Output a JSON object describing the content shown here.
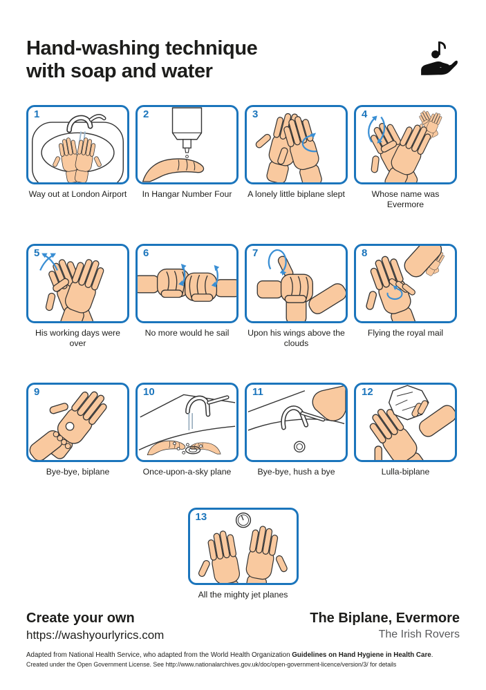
{
  "poster": {
    "title_line1": "Hand-washing technique",
    "title_line2": "with soap and water",
    "header_icon": "music-note-hand-icon"
  },
  "colors": {
    "frame_blue": "#1B75BC",
    "arrow_blue": "#3A8FD4",
    "skin": "#F9C99F",
    "outline": "#333333",
    "text": "#1d1d1b",
    "artist_gray": "#58595b"
  },
  "steps": [
    {
      "number": "1",
      "caption": "Way out at London Airport",
      "illustration": "wet-hands-under-tap"
    },
    {
      "number": "2",
      "caption": "In Hangar Number Four",
      "illustration": "apply-soap-dispenser"
    },
    {
      "number": "3",
      "caption": "A lonely little biplane slept",
      "illustration": "rub-palm-to-palm"
    },
    {
      "number": "4",
      "caption": "Whose name was Evermore",
      "illustration": "palm-over-back-of-hand"
    },
    {
      "number": "5",
      "caption": "His working days were over",
      "illustration": "fingers-interlaced"
    },
    {
      "number": "6",
      "caption": "No more would he sail",
      "illustration": "backs-of-fingers-to-palms"
    },
    {
      "number": "7",
      "caption": "Upon his wings above the clouds",
      "illustration": "rotational-thumb-rub"
    },
    {
      "number": "8",
      "caption": "Flying the royal mail",
      "illustration": "fingertips-in-palm"
    },
    {
      "number": "9",
      "caption": "Bye-bye, biplane",
      "illustration": "rub-wrists"
    },
    {
      "number": "10",
      "caption": "Once-upon-a-sky plane",
      "illustration": "rinse-hands-under-water"
    },
    {
      "number": "11",
      "caption": "Bye-bye, hush a bye",
      "illustration": "turn-off-tap-with-elbow"
    },
    {
      "number": "12",
      "caption": "Lulla-biplane",
      "illustration": "dry-hands-with-towel"
    },
    {
      "number": "13",
      "caption": "All the mighty jet planes",
      "illustration": "hands-clean-timer"
    }
  ],
  "footer": {
    "create_heading": "Create your own",
    "website": "https://washyourlyrics.com",
    "song_title": "The Biplane, Evermore",
    "artist": "The Irish Rovers"
  },
  "legal": {
    "line1_prefix": "Adapted from National Health Service, who adapted from the World Health Organization ",
    "line1_bold": "Guidelines on Hand Hygiene in Health Care",
    "line1_suffix": ".",
    "line2": "Created under the Open Government License. See http://www.nationalarchives.gov.uk/doc/open-government-licence/version/3/ for details"
  }
}
